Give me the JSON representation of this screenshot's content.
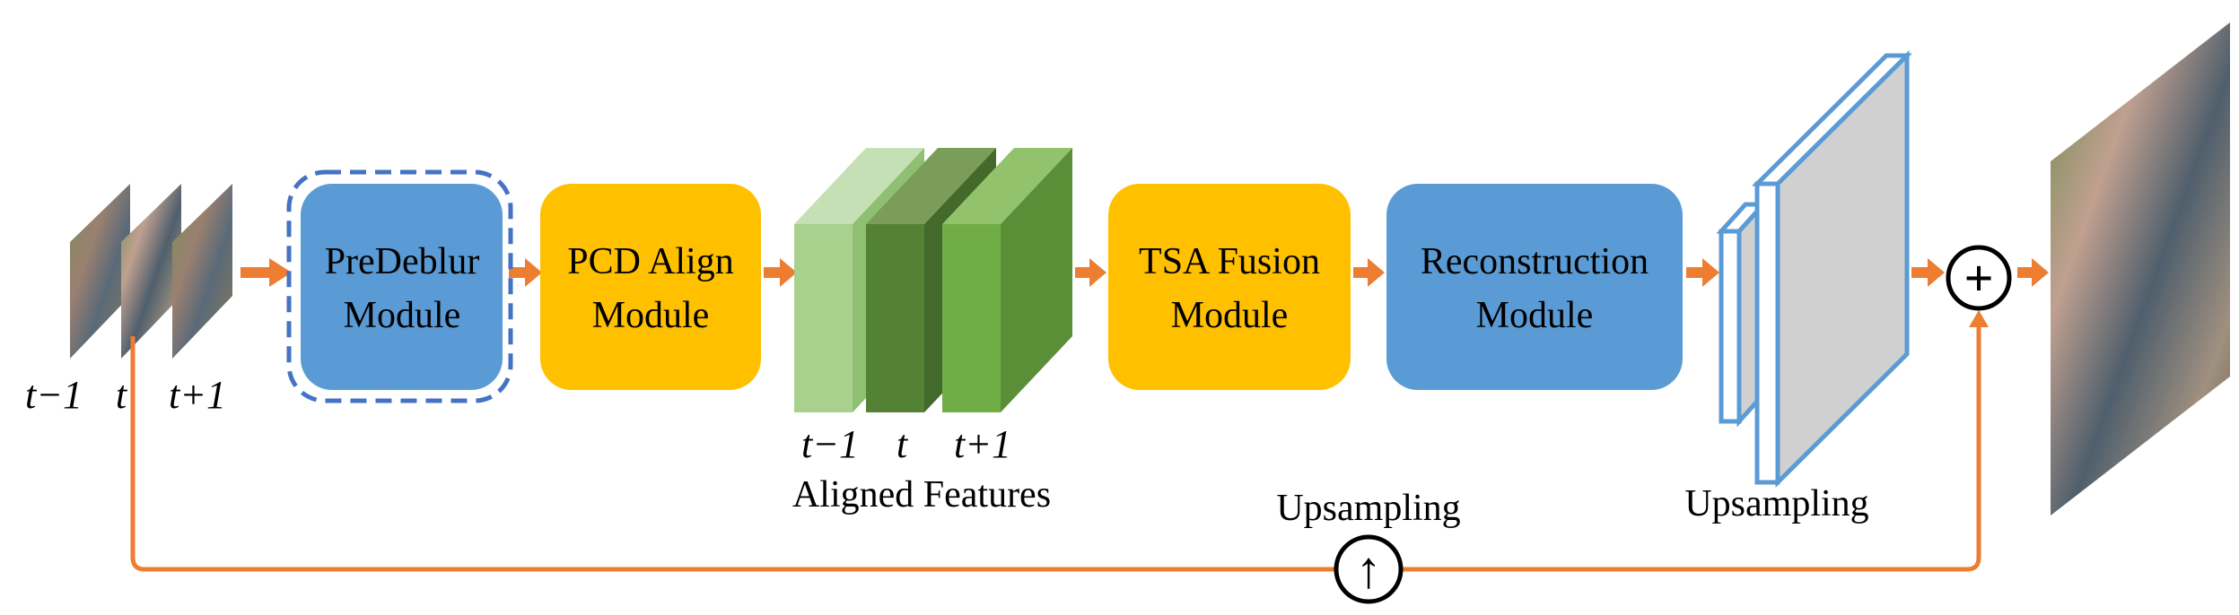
{
  "colors": {
    "blue_module": "#5b9bd5",
    "yellow_module": "#ffc000",
    "arrow": "#ed7d31",
    "dashed_border": "#4472c4",
    "upsample_outline": "#5b9bd5",
    "upsample_fill": "#d0d0d0",
    "feature_light": "#a9d18e",
    "feature_dark": "#548235",
    "feature_mid": "#70ad47",
    "text": "#000000"
  },
  "input_frames": {
    "labels": [
      "t−1",
      "t",
      "t+1"
    ]
  },
  "modules": {
    "predeblur": {
      "line1": "PreDeblur",
      "line2": "Module"
    },
    "pcd": {
      "line1": "PCD Align",
      "line2": "Module"
    },
    "tsa": {
      "line1": "TSA Fusion",
      "line2": "Module"
    },
    "reconstruction": {
      "line1": "Reconstruction",
      "line2": "Module"
    }
  },
  "aligned_features": {
    "frame_labels": [
      "t−1",
      "t",
      "t+1"
    ],
    "caption": "Aligned Features"
  },
  "upsampling_block": {
    "caption": "Upsampling"
  },
  "skip_path": {
    "caption": "Upsampling",
    "operator": "↑"
  },
  "sum_operator": {
    "symbol": "+"
  }
}
